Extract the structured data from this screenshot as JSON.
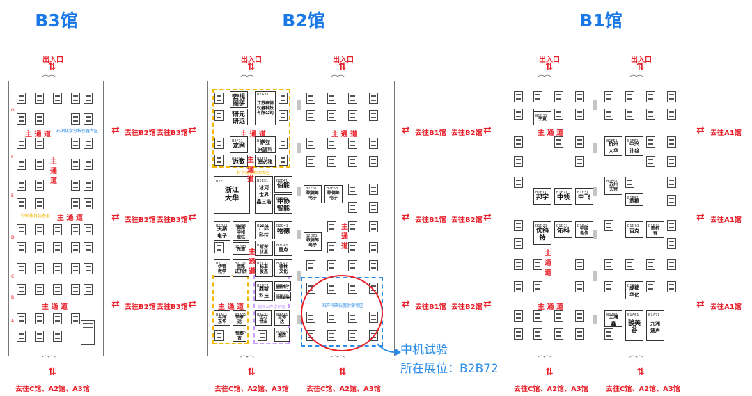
{
  "colors": {
    "title": "#1a79e6",
    "route": "#e8202a",
    "highlight": "#2b8de8",
    "zone_yellow": "#f5b800",
    "zone_purple": "#c9a0ff",
    "zone_blue": "#2b8de8",
    "circle": "#e8202a"
  },
  "halls": {
    "b3": "B3馆",
    "b2": "B2馆",
    "b1": "B1馆"
  },
  "labels": {
    "entrance": "出入口",
    "to_b1": "去往B1馆",
    "to_b2": "去往B2馆",
    "to_b3": "去往B3馆",
    "to_a1": "去往A1馆",
    "bottom_exit": "去往C馆、A2馆、A3馆",
    "main_aisle": "主 通 道",
    "vertical_aisle": "主通道"
  },
  "zones": {
    "b3_note1": "石油化学分析仪器专区",
    "b3_note2": "中国教育装备展",
    "b2_note_yellow": "科学仪器检测专区",
    "b2_note_purple": "创新&产学研区",
    "b2_note_blue": "国产科研仪器供需专区"
  },
  "booths": {
    "b2g11": {
      "id": "B2G11",
      "name": "云视\n图研"
    },
    "b2g15": {
      "id": "B2G15",
      "name": "研元\n研远"
    },
    "b2g31": {
      "id": "B2G31",
      "name": "江苏泰德\n仪器科技\n有限公司"
    },
    "b2f11": {
      "id": "B2F11",
      "name": "龙网"
    },
    "b2f31": {
      "id": "B2F31",
      "name": "萨亚\n兴源科"
    },
    "b2f15": {
      "id": "B2F15",
      "name": "迈数"
    },
    "b2f35": {
      "id": "B2F35",
      "name": "恩必锐"
    },
    "b2e11": {
      "id": "B2E11",
      "name": "浙江\n大华"
    },
    "b2e31": {
      "id": "B2E31",
      "name": "冰河\n世界\n鑫三浩"
    },
    "b2e41": {
      "id": "B2E41",
      "name": "佰能"
    },
    "b2e45": {
      "id": "B2E45",
      "name": "中协\n智能"
    },
    "b2e61": {
      "id": "B2E61",
      "name": "歌德郎\n电子"
    },
    "b2e63": {
      "id": "B2E63",
      "name": "歌德郎\n电子"
    },
    "b2d11": {
      "id": "B2D11",
      "name": "天纳\n电子"
    },
    "b2d15": {
      "id": "B2D15",
      "name": "德施\n中和\n鼎钰"
    },
    "b2d31": {
      "id": "B2D31",
      "name": "广成\n科技"
    },
    "b2d41": {
      "id": "B2D41",
      "name": "物德"
    },
    "b2d25": {
      "id": "B2D25",
      "name": "元海"
    },
    "b2d35": {
      "id": "B2D35",
      "name": "总元\n优星"
    },
    "b2d45": {
      "id": "B2D45",
      "name": "重点"
    },
    "b2d61": {
      "id": "B2D61",
      "name": "歌德郎\n电子"
    },
    "b2c11": {
      "id": "B2C11",
      "name": "伊特\n教学"
    },
    "b2c21": {
      "id": "B2C21",
      "name": "欧路\n试剂所"
    },
    "b2c31": {
      "id": "B2C31",
      "name": "标准\n俊态"
    },
    "b2c41": {
      "id": "B2C41",
      "name": "德林\n文化"
    },
    "b2b27": {
      "id": "B2B27",
      "name": "鼎新\n科技"
    },
    "b2b41": {
      "id": "B2B41",
      "name": "金鹤电子"
    },
    "b2b45": {
      "id": "B2B45",
      "name": "冯基森美"
    },
    "b2a11": {
      "id": "B2A11",
      "name": "上海\n东华"
    },
    "b2a21": {
      "id": "B2A21",
      "name": "恒泰\n运"
    },
    "b2a31": {
      "id": "B2A31",
      "name": "佳力\n世业"
    },
    "b2a41": {
      "id": "B2A41",
      "name": "金德\n达"
    },
    "b2a45": {
      "id": "B2A45",
      "name": "源辉"
    },
    "b2a25": {
      "id": "B2A25",
      "name": "恒泰\n百"
    },
    "b1e11": {
      "id": "B1E11",
      "name": "邦宇"
    },
    "b1e21": {
      "id": "B1E21",
      "name": "中领"
    },
    "b1e31": {
      "id": "B1E31",
      "name": "中飞"
    },
    "b1e51": {
      "id": "B1E51",
      "name": "苏州\n天宫"
    },
    "b1e61": {
      "id": "B1E61",
      "name": "苏桐"
    },
    "b1d21": {
      "id": "B1D21",
      "name": "优鸽\n特"
    },
    "b1d31": {
      "id": "B1D31",
      "name": "佑科"
    },
    "b1d41": {
      "id": "B1D41",
      "name": "中国\n电信"
    },
    "b1d61": {
      "id": "B1D61",
      "name": "百克"
    },
    "b1d71": {
      "id": "B1D71",
      "name": "新机\n有"
    },
    "b1b61": {
      "id": "B1B61",
      "name": "成都\n华亿"
    },
    "b1a51": {
      "id": "B1A51",
      "name": "上海\n鑫"
    },
    "b1a61": {
      "id": "B1A61",
      "name": "骏美\n谷"
    },
    "b1a71": {
      "id": "B1A71",
      "name": "九洲\n迪声"
    },
    "b1f51": {
      "id": "B1F51",
      "name": "杭州\n大华"
    },
    "b1f61": {
      "id": "B1F61",
      "name": "中兴\n计谷"
    },
    "b1g11": {
      "id": "B1G11",
      "name": "宁夏"
    }
  },
  "highlight": {
    "line1": "中机试验",
    "line2": "所在展位：B2B72"
  }
}
